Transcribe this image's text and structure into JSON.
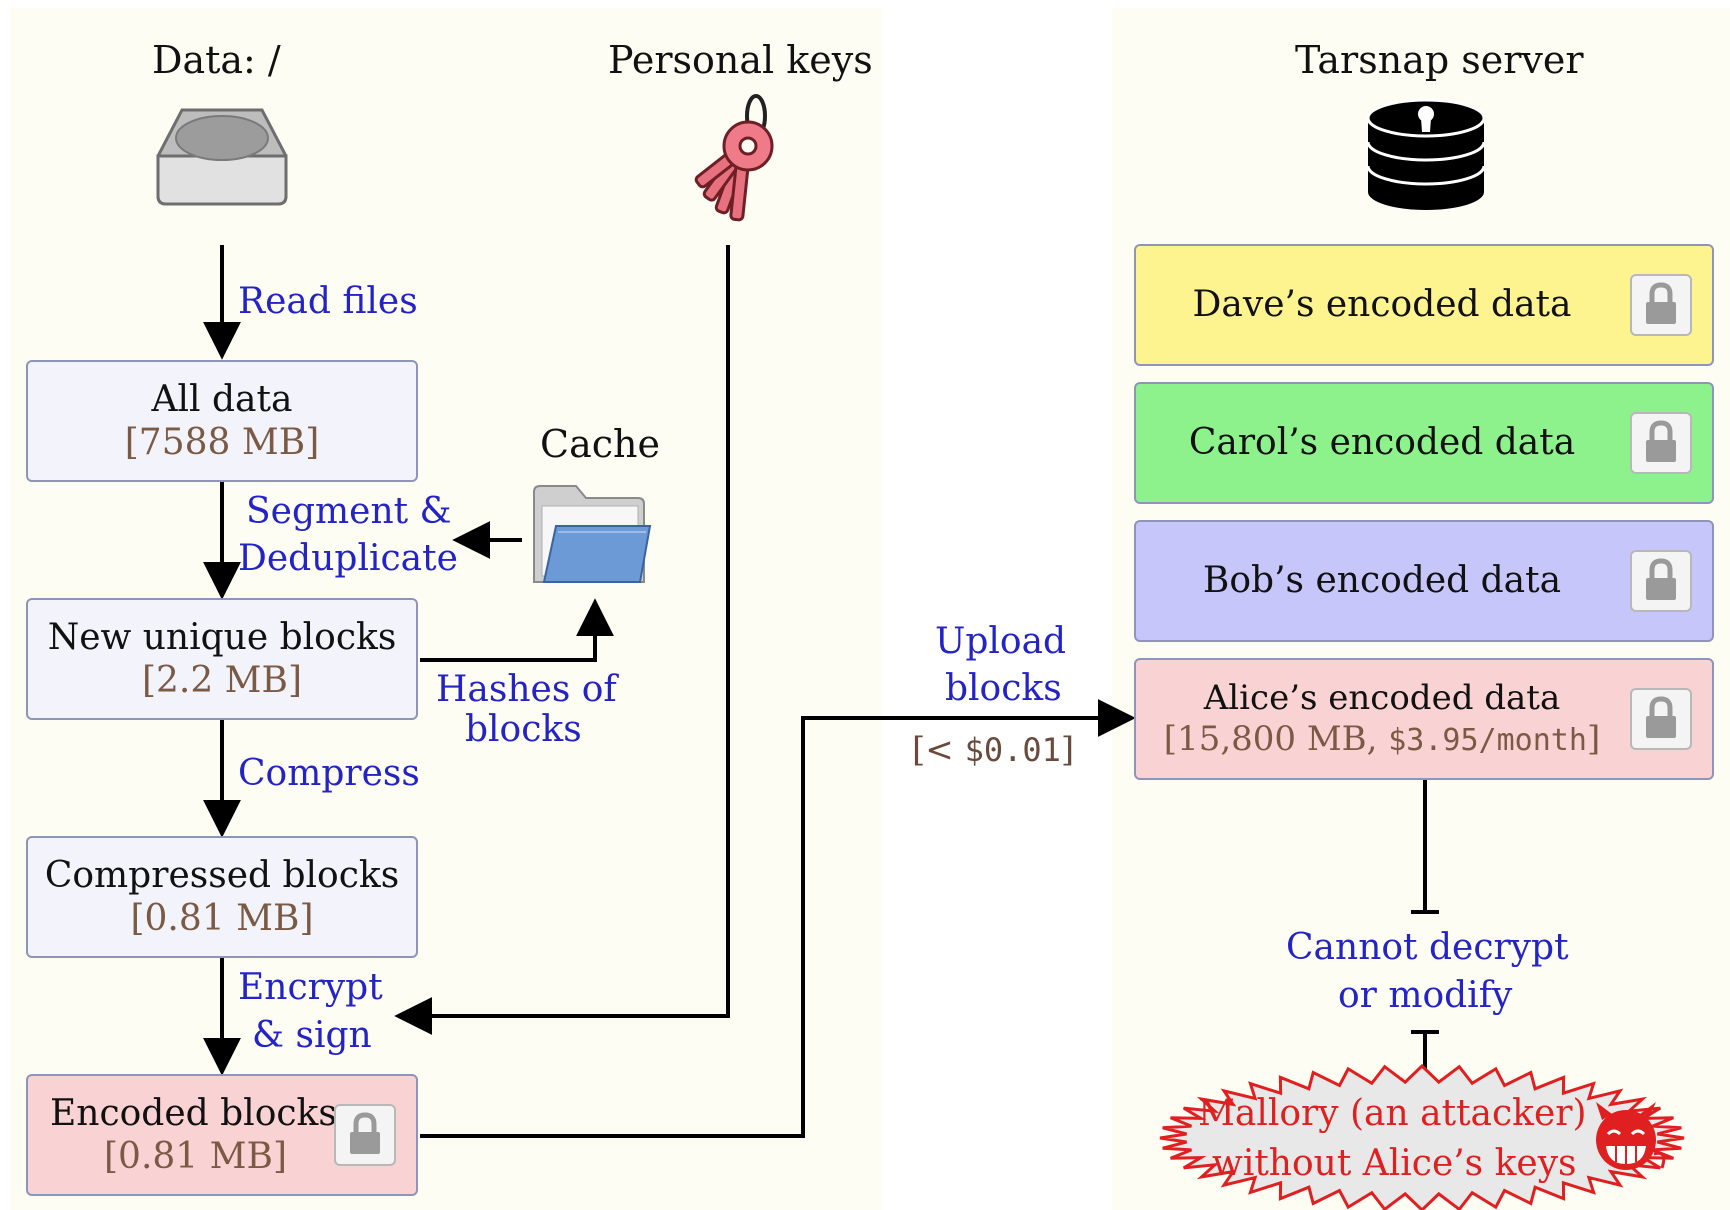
{
  "left": {
    "data_title": "Data: /",
    "keys_title": "Personal keys",
    "cache_title": "Cache",
    "steps": [
      {
        "label": "All data",
        "size": "[7588 MB]"
      },
      {
        "label": "New unique blocks",
        "size": "[2.2 MB]"
      },
      {
        "label": "Compressed blocks",
        "size": "[0.81 MB]"
      },
      {
        "label": "Encoded blocks",
        "size": "[0.81 MB]"
      }
    ],
    "edges": {
      "read": "Read files",
      "segment_1": "Segment &",
      "segment_2": "Deduplicate",
      "hashes_1": "Hashes of",
      "hashes_2": "blocks",
      "compress": "Compress",
      "encrypt_1": "Encrypt",
      "encrypt_2": "& sign"
    },
    "icons": {
      "disk": "hard-disk-icon",
      "keys": "keys-icon",
      "folder": "folder-icon",
      "lock": "lock-icon"
    }
  },
  "upload": {
    "line1": "Upload",
    "line2": "blocks",
    "cost_open": "[< ",
    "cost_value": "$0.01",
    "cost_close": "]"
  },
  "server": {
    "title": "Tarsnap server",
    "icons": {
      "database": "database-keyhole-icon",
      "devil": "devil-face-icon"
    },
    "stores": [
      {
        "label": "Dave’s encoded data",
        "color": "#fdf490"
      },
      {
        "label": "Carol’s encoded data",
        "color": "#8ef28c"
      },
      {
        "label": "Bob’s encoded data",
        "color": "#c6c6fb"
      },
      {
        "label": "Alice’s encoded data",
        "size_open": "[15,800 MB, ",
        "size_value": "$3.95/month",
        "size_close": "]",
        "color": "#f9d3d3"
      }
    ],
    "cannot_1": "Cannot decrypt",
    "cannot_2": "or modify",
    "attacker_1": "Mallory (an attacker)",
    "attacker_2": "without Alice’s keys"
  },
  "colors": {
    "panel": "#fdfdf3",
    "step_box": "#f2f3fb",
    "encoded_box": "#f9d3d3",
    "edge_label": "#2323c8",
    "attacker": "#e02020"
  }
}
